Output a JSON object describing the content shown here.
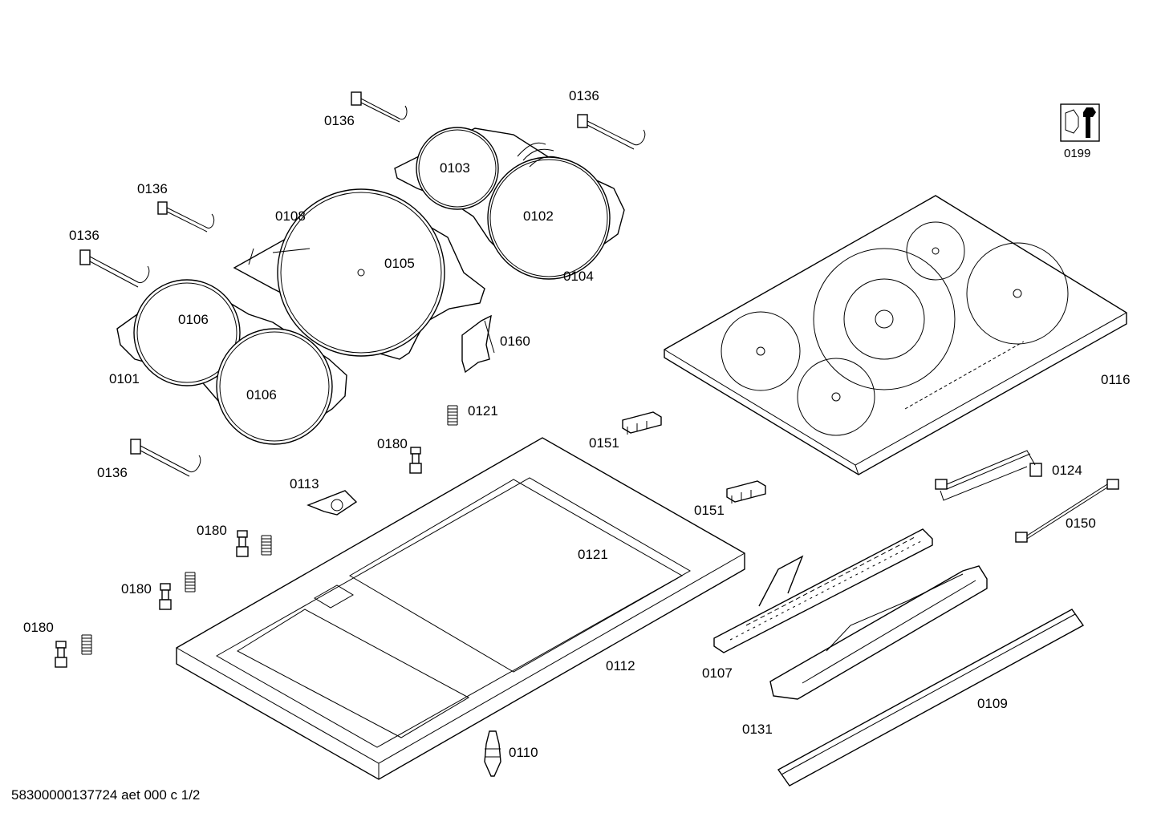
{
  "labels": {
    "p0136_a": "0136",
    "p0136_b": "0136",
    "p0136_c": "0136",
    "p0136_d": "0136",
    "p0136_e": "0136",
    "p0103": "0103",
    "p0102": "0102",
    "p0104": "0104",
    "p0108": "0108",
    "p0105": "0105",
    "p0106_a": "0106",
    "p0106_b": "0106",
    "p0101": "0101",
    "p0160": "0160",
    "p0121_a": "0121",
    "p0121_b": "0121",
    "p0180_a": "0180",
    "p0180_b": "0180",
    "p0180_c": "0180",
    "p0180_d": "0180",
    "p0113": "0113",
    "p0151_a": "0151",
    "p0151_b": "0151",
    "p0199": "0199",
    "p0116": "0116",
    "p0124": "0124",
    "p0150": "0150",
    "p0112": "0112",
    "p0107": "0107",
    "p0131": "0131",
    "p0109": "0109",
    "p0110": "0110"
  },
  "footer": "58300000137724 aet 000 c 1/2"
}
